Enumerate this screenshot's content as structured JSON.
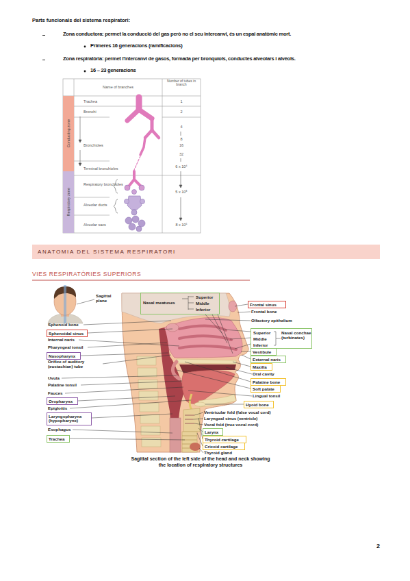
{
  "diagram": {
    "title": "Parts funcionals del sistema respiratori:",
    "caption": "Sagittal section of the left side of the head and neck showing the location of respiratory structures",
    "nodes": [
      {
        "text": [
          "Conducting zone"
        ]
      },
      {
        "text": [
          "Respiratory zone"
        ]
      },
      {
        "text": [
          "ANATOMIA DEL SISTEMA RESPIRATORI"
        ]
      },
      {
        "text": [
          "Nasal meatuses",
          "Superior",
          "Middle",
          "Inferior"
        ]
      },
      {
        "text": [
          "Frontal sinus"
        ]
      },
      {
        "text": [
          "Sphenoidal sinus"
        ]
      },
      {
        "text": [
          "Nasopharynx"
        ]
      },
      {
        "text": [
          "Superior",
          "Middle",
          "Inferior",
          "Nasal conchae (turbinates)"
        ]
      },
      {
        "text": [
          "Vestibule"
        ]
      },
      {
        "text": [
          "External naris"
        ]
      },
      {
        "text": [
          "Maxilla"
        ]
      },
      {
        "text": [
          "Oropharynx"
        ]
      },
      {
        "text": [
          "Palatine bone"
        ]
      },
      {
        "text": [
          "Soft palate"
        ]
      },
      {
        "text": [
          "Hyoid bone"
        ]
      },
      {
        "text": [
          "Laryngopharynx (hypopharynx)"
        ]
      },
      {
        "text": [
          "Larynx"
        ]
      },
      {
        "text": [
          "Thyroid cartilage"
        ]
      },
      {
        "text": [
          "Trachea"
        ]
      },
      {
        "text": [
          "Cricoid cartilage"
        ]
      }
    ],
    "labels": [
      "Zona conductora: permet la conducció del gas però no el seu intercanvi, és un espai anatòmic mort.",
      "Primeres 16 generacions (ramificacions)",
      "Zona respiratòria: permet l'intercanvi de gasos, formada per bronquíols, conductes alveolars i alvèols.",
      "16 – 23 generacions",
      "Name of branches",
      "Number of tubes in branch",
      "Trachea",
      "1",
      "Bronchi",
      "2",
      "4",
      "8",
      "Bronchioles",
      "16",
      "32",
      "Terminal bronchioles",
      "6 x 10⁴",
      "Respiratory bronchioles",
      "5 x 10⁵",
      "Alveolar ducts",
      "Alveolar sacs",
      "8 x 10⁶",
      "VIES RESPIRATÒRIES SUPERIORS",
      "Sagittal plane",
      "Sphenoid bone",
      "Internal naris",
      "Pharyngeal tonsil",
      "Orifice of auditory (eustachian) tube",
      "Uvula",
      "Palatine tonsil",
      "Fauces",
      "Epiglottis",
      "Esophagus",
      "Frontal bone",
      "Olfactory epithelium",
      "Oral cavity",
      "Lingual tonsil",
      "Ventricular fold (false vocal cord)",
      "Laryngeal sinus (ventricle)",
      "Vocal fold (true vocal cord)",
      "Thyroid gland",
      "2"
    ]
  }
}
